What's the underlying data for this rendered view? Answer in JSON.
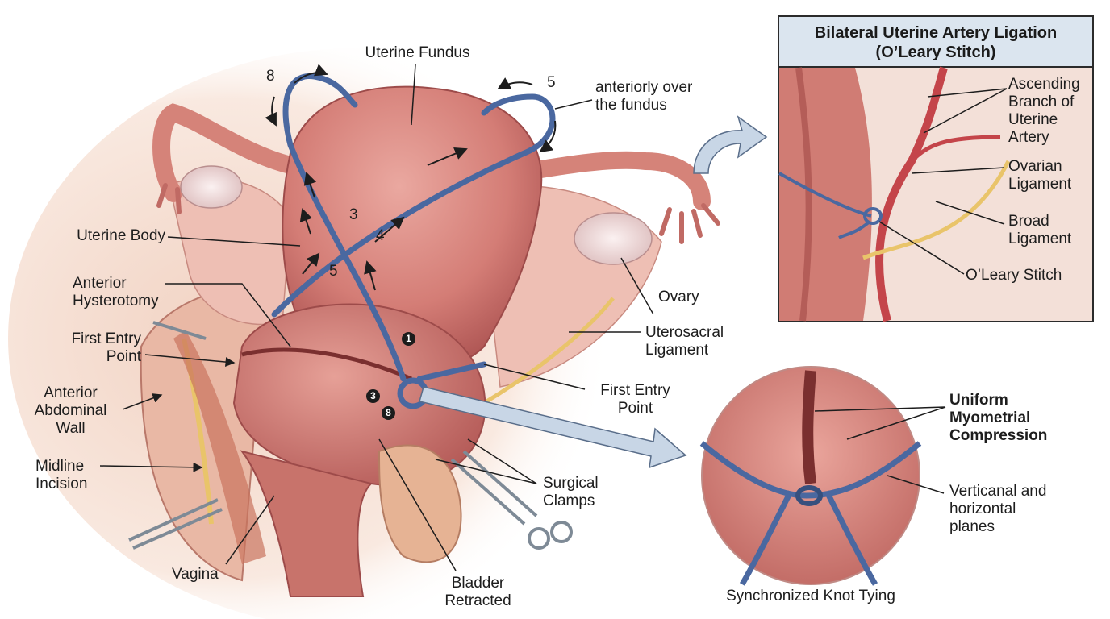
{
  "inset": {
    "title": "Bilateral Uterine Artery Ligation\n(O’Leary Stitch)",
    "labels": {
      "ascending_branch": "Ascending\nBranch of\nUterine\nArtery",
      "ovarian_ligament": "Ovarian\nLigament",
      "broad_ligament": "Broad\nLigament",
      "oleary_stitch": "O’Leary Stitch"
    }
  },
  "main": {
    "labels": {
      "uterine_fundus": "Uterine Fundus",
      "anteriorly_over_fundus": "anteriorly over\nthe fundus",
      "uterine_body": "Uterine Body",
      "anterior_hysterotomy": "Anterior\nHysterotomy",
      "first_entry_point_left": "First Entry\nPoint",
      "anterior_abdominal_wall": "Anterior\nAbdominal\nWall",
      "midline_incision": "Midline\nIncision",
      "vagina": "Vagina",
      "bladder_retracted": "Bladder\nRetracted",
      "surgical_clamps": "Surgical\nClamps",
      "first_entry_point_right": "First Entry\nPoint",
      "uterosacral_ligament": "Uterosacral\nLigament",
      "ovary": "Ovary"
    },
    "step_numbers": {
      "n8_top": "8",
      "n5_top": "5",
      "n3": "3",
      "n4": "4",
      "n5_mid": "5"
    },
    "badges": {
      "b1": "1",
      "b3": "3",
      "b8": "8"
    }
  },
  "knot_detail": {
    "labels": {
      "uniform_compression": "Uniform\nMyometrial\nCompression",
      "planes": "Verticanal and\nhorizontal\nplanes",
      "caption": "Synchronized Knot Tying"
    }
  },
  "colors": {
    "suture": "#4a68a0",
    "tissue": "#d98b84",
    "tissue_dark": "#b9605d",
    "ovary": "#f0dede",
    "inset_header": "#dbe5ef",
    "arrow_fill": "#c8d6e6"
  },
  "icons": [
    "callout-arrow-icon",
    "direction-arrow-icon",
    "surgical-clamp-icon"
  ]
}
